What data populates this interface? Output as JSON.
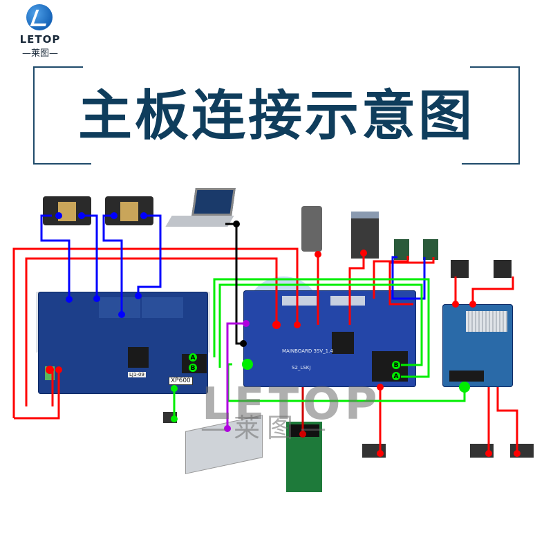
{
  "logo": {
    "brand": "LETOP",
    "sub": "—莱图—"
  },
  "title": "主板连接示意图",
  "diagram": {
    "colors": {
      "title": "#0f3d5c",
      "frame": "#1e4a6a",
      "power_wire": "#ff0000",
      "data_wire_blue": "#0000ff",
      "signal_wire_green": "#00ee00",
      "usb_wire": "#000000",
      "psu_wire": "#b000e0",
      "board_blue": "#1d3f8a"
    },
    "components": {
      "printheads": [
        "printhead-1",
        "printhead-2"
      ],
      "laptop": "laptop",
      "servo_motor": "servo-motor",
      "stepper_motor": "stepper-motor",
      "ink_pumps": [
        "ink-pump-1",
        "ink-pump-2"
      ],
      "small_steppers": [
        "small-stepper-1",
        "small-stepper-2"
      ],
      "head_board_label": "XP600",
      "head_board_sticker": "LJ1-09",
      "main_board_label": "MAINBOARD 3SV_1.4",
      "main_board_sub": "S2_LSKJ",
      "port_labels": [
        "A",
        "B"
      ],
      "power_supply": "power-supply",
      "keypad_board": "keypad-board",
      "sensors": [
        "encoder-sensor",
        "limit-sensor-1",
        "limit-sensor-2",
        "limit-sensor-3"
      ],
      "motor_driver_board": "motor-driver-board"
    },
    "watermark": {
      "text": "LETOP",
      "sub": "—莱图—"
    }
  }
}
